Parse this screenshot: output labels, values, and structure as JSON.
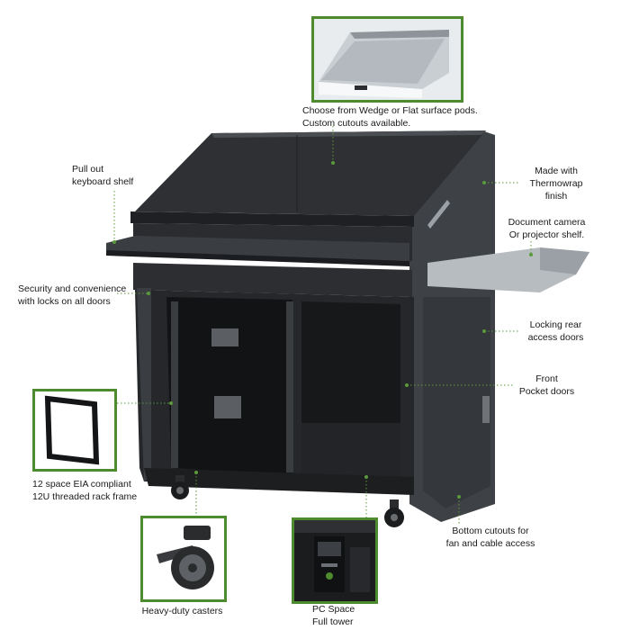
{
  "callouts": {
    "surface_pods": "Choose from Wedge or Flat surface pods.\nCustom cutouts available.",
    "keyboard_shelf": "Pull out\nkeyboard shelf",
    "thermowrap": "Made with\nThermowrap\nfinish",
    "document_camera": "Document camera\nOr projector shelf.",
    "security": "Security and convenience\nwith locks on all doors",
    "rear_doors": "Locking rear\naccess doors",
    "pocket_doors": "Front\nPocket doors",
    "rack_frame": "12 space EIA compliant\n12U threaded rack frame",
    "bottom_cutouts": "Bottom cutouts for\nfan and cable access",
    "casters": "Heavy-duty casters",
    "pc_space": "PC Space\nFull tower"
  },
  "colors": {
    "accent_green": "#4e8a2e",
    "body_dark": "#2b2d30",
    "body_mid": "#3c3f43",
    "panel_grey": "#5a5e63"
  }
}
